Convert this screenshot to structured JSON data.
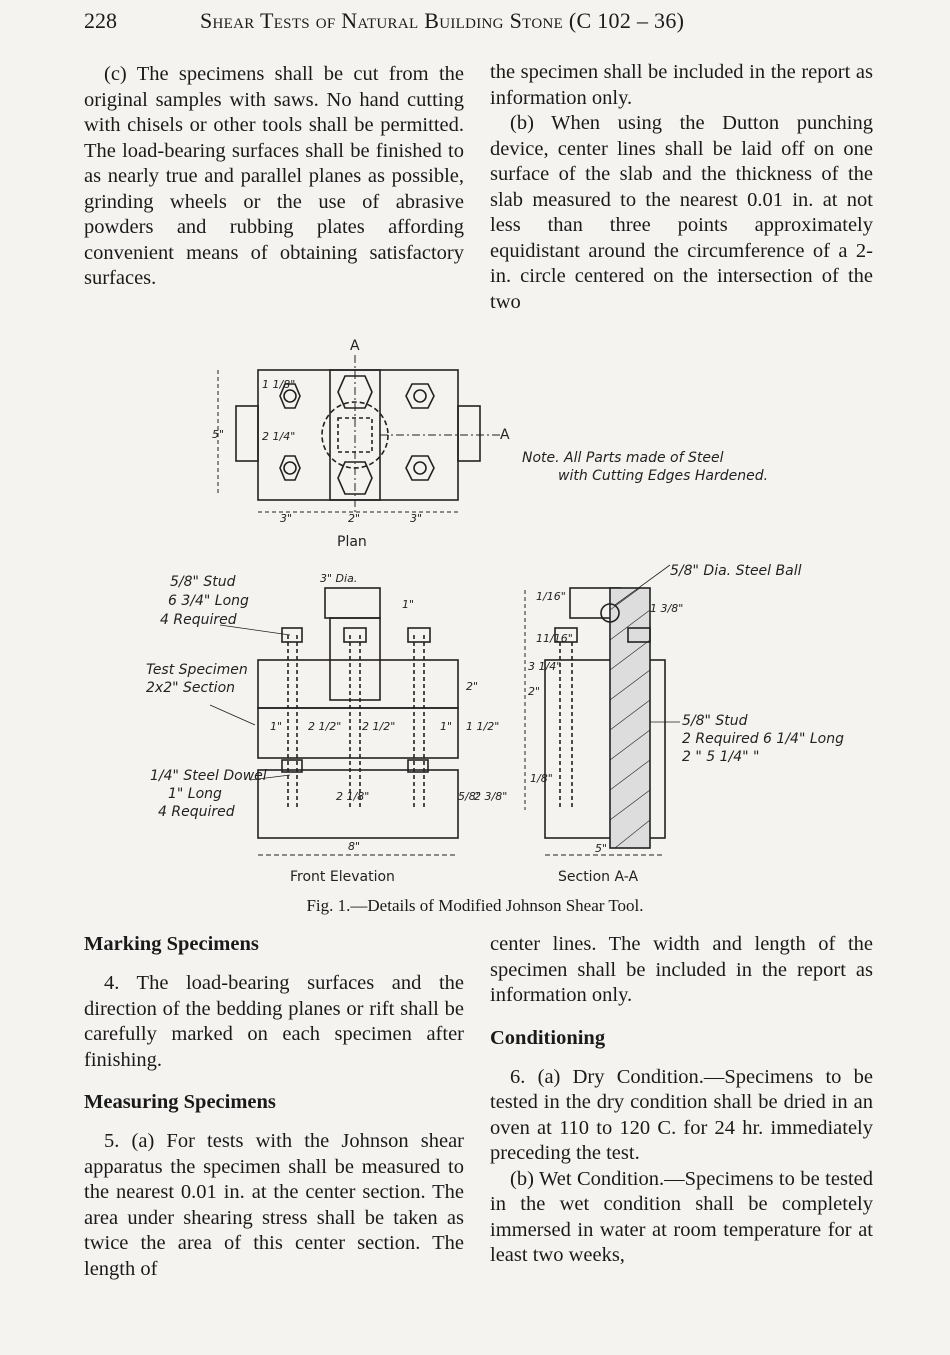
{
  "header": {
    "page_number": "228",
    "running_title": "Shear Tests of Natural Building Stone (C 102 – 36)"
  },
  "left_top": {
    "para_c": "(c) The specimens shall be cut from the original samples with saws. No hand cutting with chisels or other tools shall be permitted. The load-bearing surfaces shall be finished to as nearly true and parallel planes as possible, grinding wheels or the use of abrasive powders and rubbing plates affording convenient means of obtaining satisfactory surfaces."
  },
  "right_top": {
    "para_cont": "the specimen shall be included in the report as information only.",
    "para_b": "(b) When using the Dutton punching device, center lines shall be laid off on one surface of the slab and the thickness of the slab measured to the nearest 0.01 in. at not less than three points approximately equidistant around the circumference of a 2-in. circle centered on the intersection of the two"
  },
  "figure": {
    "caption": "Fig. 1.—Details of Modified Johnson Shear Tool.",
    "note_line1": "Note. All Parts made of Steel",
    "note_line2": "with Cutting Edges Hardened.",
    "plan_label": "Plan",
    "front_label": "Front Elevation",
    "section_label": "Section A-A",
    "section_mark": "A",
    "stud_label_1": "5/8\" Stud",
    "stud_label_2": "6 3/4\" Long",
    "stud_label_3": "4 Required",
    "specimen_label_1": "Test Specimen",
    "specimen_label_2": "2x2\" Section",
    "dowel_label_1": "1/4\" Steel Dowel",
    "dowel_label_2": "1\" Long",
    "dowel_label_3": "4 Required",
    "ball_label": "5/8\" Dia. Steel Ball",
    "stud2_label_1": "5/8\" Stud",
    "stud2_label_2": "2 Required 6 1/4\" Long",
    "stud2_label_3": "2  \"  5 1/4\" \"",
    "dims": {
      "plan_5": "5\"",
      "plan_3a": "3\"",
      "plan_2": "2\"",
      "plan_3b": "3\"",
      "plan_2_25": "2 1/4\"",
      "plan_1_125": "1 1/8\"",
      "dia_3": "3\" Dia.",
      "fe_1": "1\"",
      "fe_2_5a": "2 1/2\"",
      "fe_2_5b": "2 1/2\"",
      "fe_1b": "1\"",
      "fe_1c": "1\"",
      "fe_2_125": "2 1/8\"",
      "fe_8": "8\"",
      "fe_2": "2\"",
      "fe_1_5": "1 1/2\"",
      "fe_2_375": "2 3/8\"",
      "fe_5_8": "5/8\"",
      "sa_5": "5\"",
      "sa_1_3": "1 3/8\"",
      "sa_3_25": "3 1/4\"",
      "sa_2": "2\"",
      "sa_11_16": "11/16\"",
      "sa_1_16": "1/16\"",
      "sa_1_8": "1/8\""
    }
  },
  "left_bottom": {
    "h_marking": "Marking Specimens",
    "para_4": "4. The load-bearing surfaces and the direction of the bedding planes or rift shall be carefully marked on each specimen after finishing.",
    "h_measuring": "Measuring Specimens",
    "para_5a": "5. (a) For tests with the Johnson shear apparatus the specimen shall be measured to the nearest 0.01 in. at the center section. The area under shearing stress shall be taken as twice the area of this center section. The length of"
  },
  "right_bottom": {
    "para_cont": "center lines. The width and length of the specimen shall be included in the report as information only.",
    "h_conditioning": "Conditioning",
    "para_6a": "6. (a) Dry Condition.—Specimens to be tested in the dry condition shall be dried in an oven at 110 to 120 C. for 24 hr. immediately preceding the test.",
    "para_6b": "(b) Wet Condition.—Specimens to be tested in the wet condition shall be completely immersed in water at room temperature for at least two weeks,"
  }
}
